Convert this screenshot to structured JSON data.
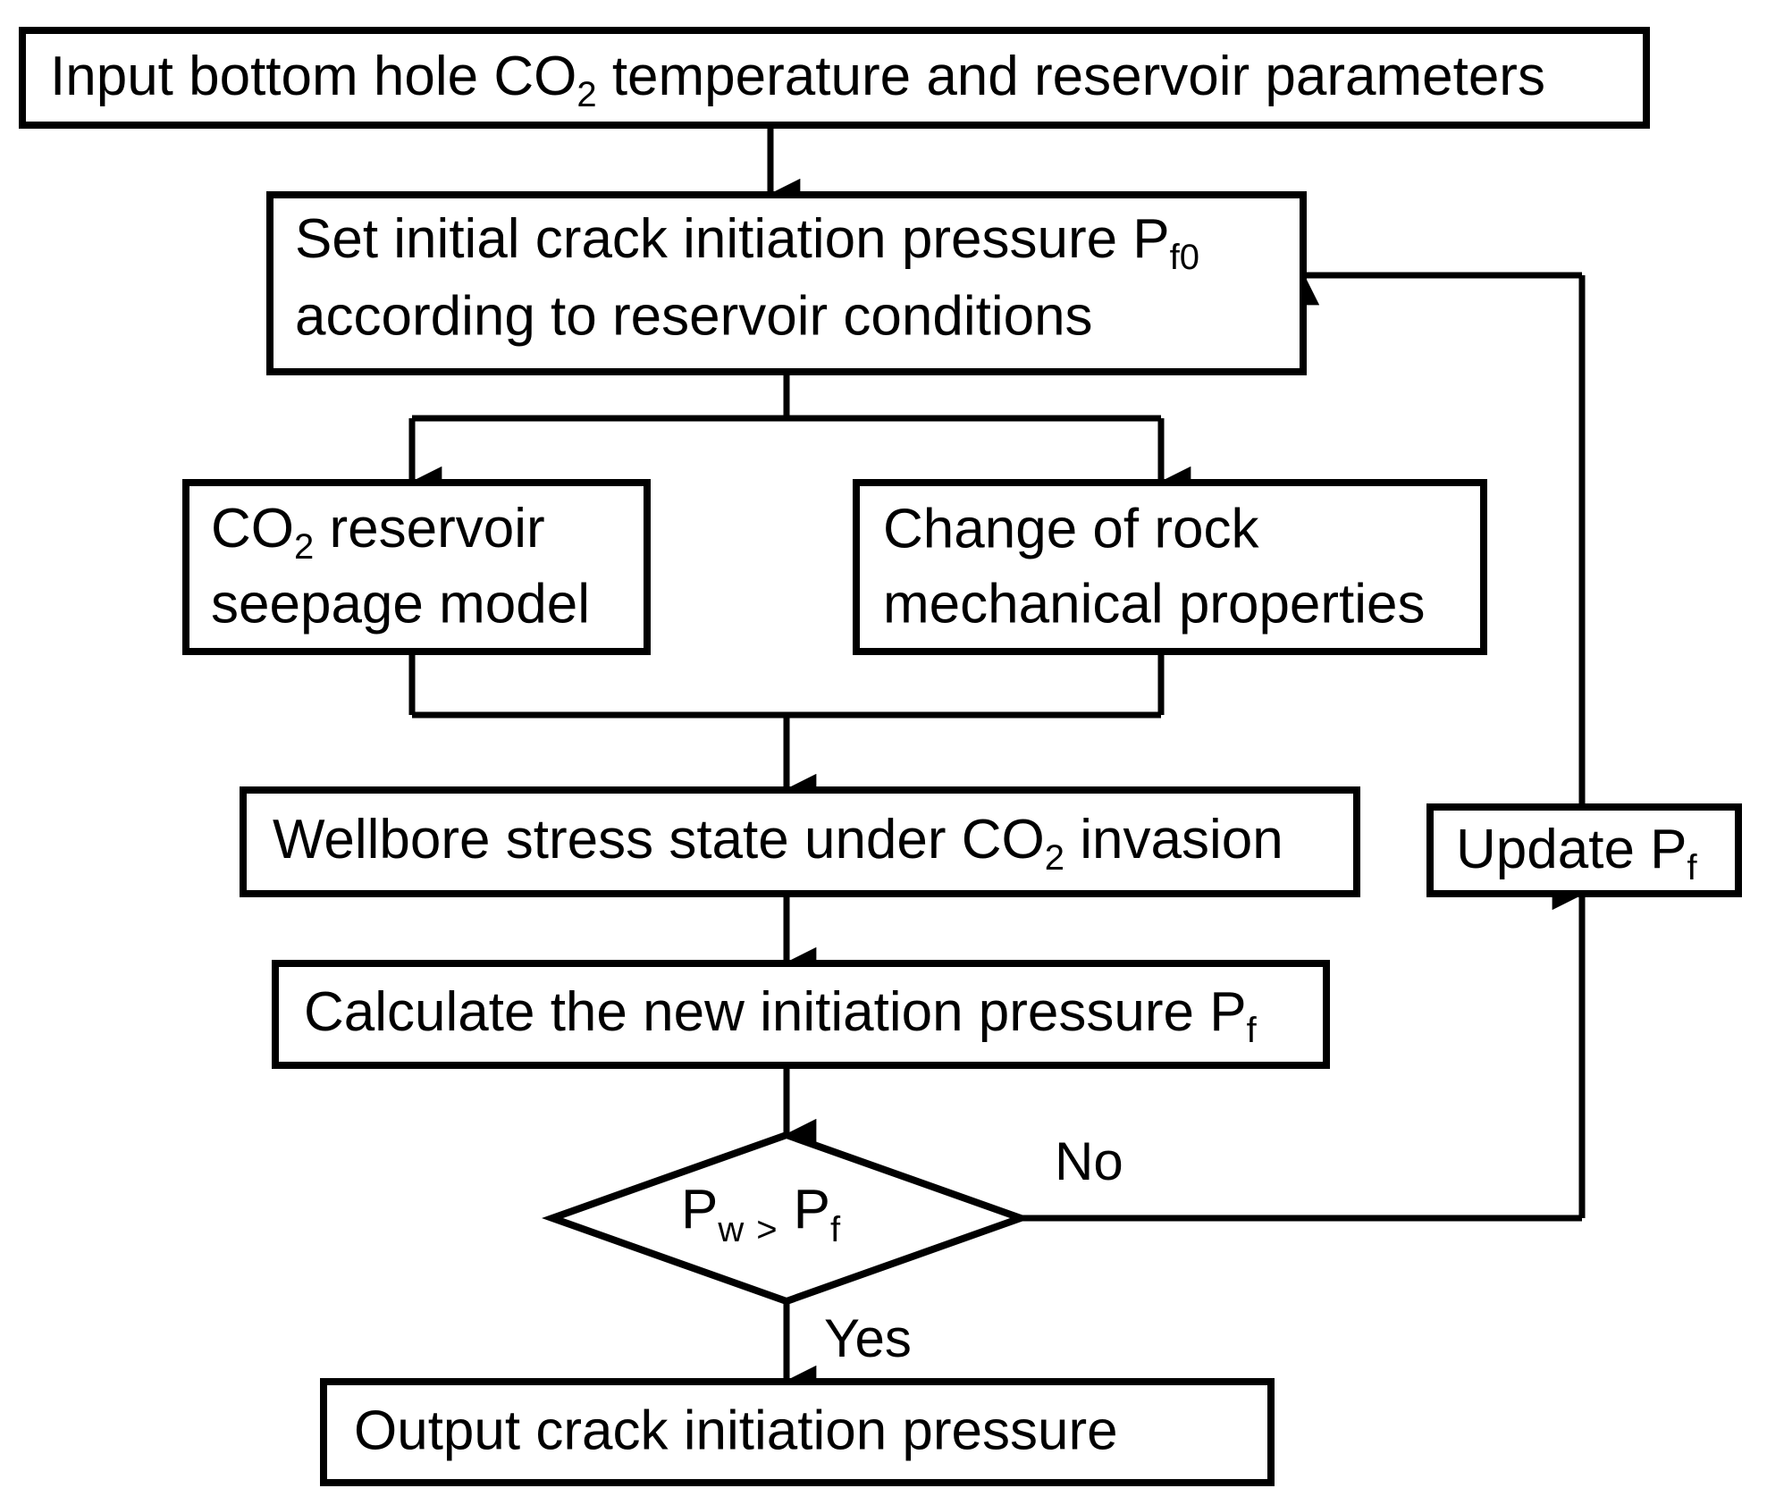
{
  "diagram": {
    "title": "CO2 crack initiation pressure calculation flowchart",
    "type": "flowchart",
    "background_color": "#ffffff",
    "line_color": "#000000",
    "text_color": "#000000"
  },
  "nodes": {
    "input": {
      "shape": "rectangle",
      "line1_a": "Input bottom hole CO",
      "line1_sub": "2",
      "line1_b": " temperature and reservoir parameters"
    },
    "set_initial": {
      "shape": "rectangle",
      "line1_a": "Set initial crack initiation pressure P",
      "line1_sub": "f0",
      "line2": "according to reservoir conditions"
    },
    "seepage_model": {
      "shape": "rectangle",
      "line1_a": "CO",
      "line1_sub": "2",
      "line1_b": " reservoir",
      "line2": "seepage model"
    },
    "rock_change": {
      "shape": "rectangle",
      "line1": "Change of rock",
      "line2": "mechanical properties"
    },
    "wellbore_stress": {
      "shape": "rectangle",
      "line1_a": "Wellbore stress state under CO",
      "line1_sub": "2",
      "line1_b": " invasion"
    },
    "calculate": {
      "shape": "rectangle",
      "line1_a": "Calculate the new initiation pressure P",
      "line1_sub": "f"
    },
    "decision": {
      "shape": "diamond",
      "left_var": "P",
      "left_sub": "w",
      "operator": ">",
      "right_var": "P",
      "right_sub": "f"
    },
    "update": {
      "shape": "rectangle",
      "line1_a": "Update P",
      "line1_sub": "f"
    },
    "output": {
      "shape": "rectangle",
      "line1": "Output crack initiation pressure"
    }
  },
  "edge_labels": {
    "no": "No",
    "yes": "Yes"
  }
}
